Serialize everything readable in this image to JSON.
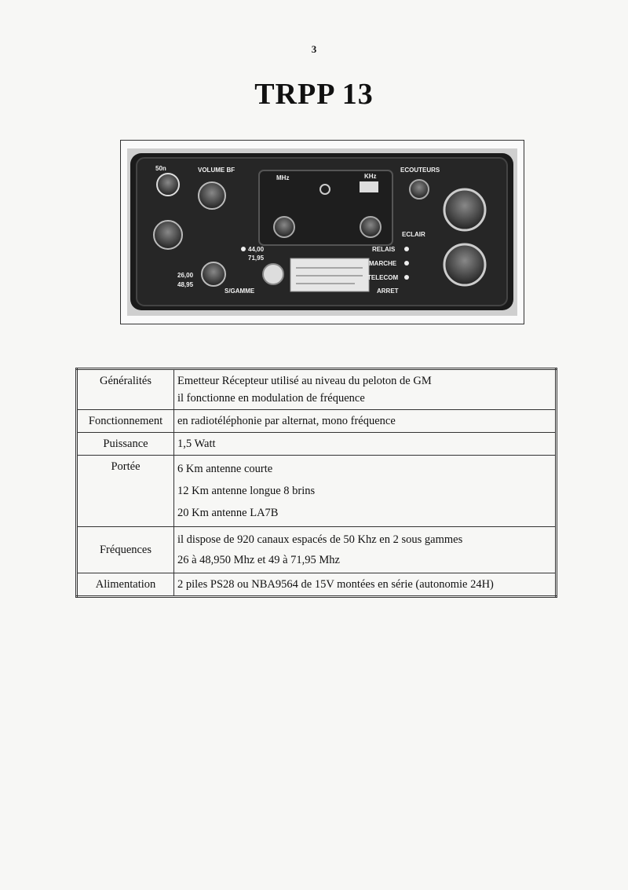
{
  "page": {
    "number": "3",
    "title": "TRPP   13"
  },
  "photo": {
    "labels": {
      "ohm": "50n",
      "volume": "VOLUME BF",
      "mhz": "MHz",
      "khz": "KHz",
      "ecouteurs": "ECOUTEURS",
      "eclair": "ECLAIR",
      "relais": "RELAIS",
      "marche": "MARCHE",
      "telecom": "TELECOM",
      "arret": "ARRET",
      "band1a": "26,00",
      "band1b": "48,95",
      "band2a": "44,00",
      "band2b": "71,95",
      "gamme": "S/GAMME"
    }
  },
  "specs": [
    {
      "label": "Généralités",
      "lines": [
        "Emetteur Récepteur utilisé au niveau du peloton de GM",
        "il fonctionne en modulation de fréquence"
      ]
    },
    {
      "label": "Fonctionnement",
      "lines": [
        "en radiotéléphonie par alternat, mono fréquence"
      ]
    },
    {
      "label": "Puissance",
      "lines": [
        "1,5 Watt"
      ]
    },
    {
      "label": "Portée",
      "lines": [
        "6 Km antenne courte",
        "12 Km antenne longue 8 brins",
        "20 Km antenne LA7B"
      ]
    },
    {
      "label": "Fréquences",
      "lines": [
        "il dispose de 920 canaux espacés de 50 Khz en 2 sous gammes",
        "26 à 48,950 Mhz    et    49 à 71,95 Mhz"
      ]
    },
    {
      "label": "Alimentation",
      "lines": [
        "2 piles PS28 ou NBA9564 de 15V montées en série (autonomie 24H)"
      ]
    }
  ]
}
